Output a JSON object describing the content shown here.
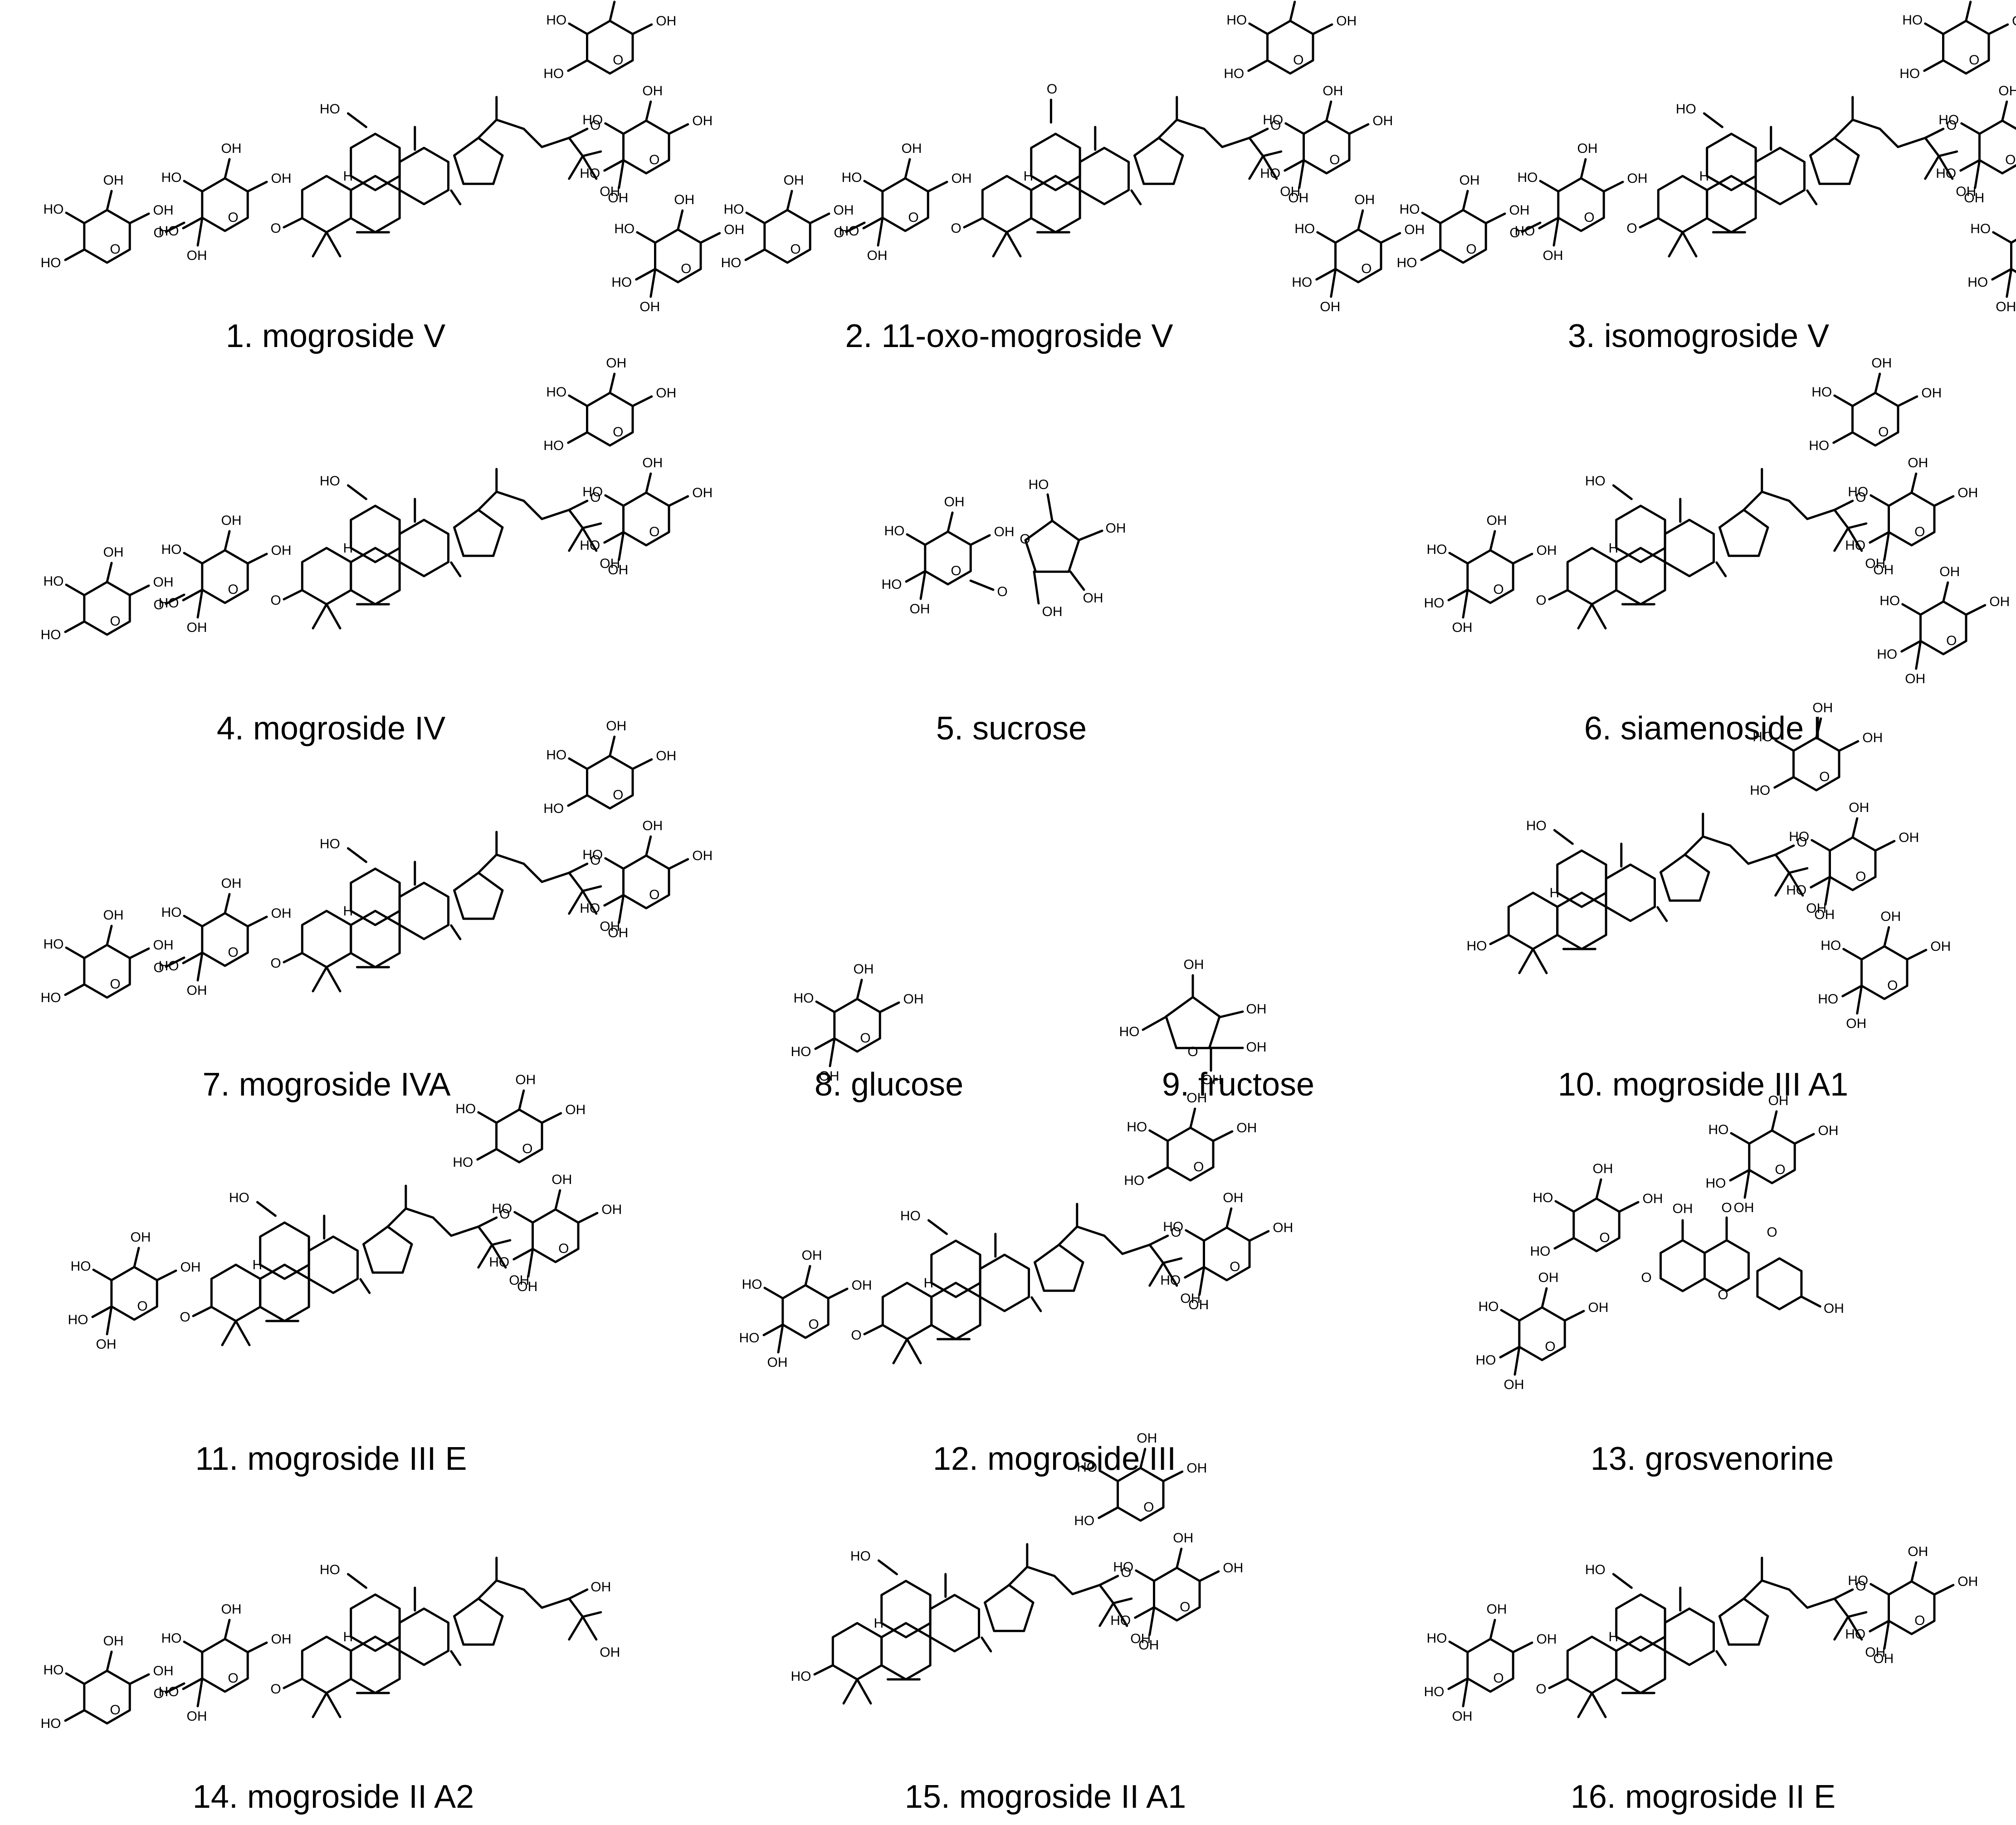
{
  "figure": {
    "compounds": [
      {
        "number": "1.",
        "name": "mogroside V",
        "kind": "mogroside",
        "oxo": false,
        "glyc3": 2,
        "glyc24": 3
      },
      {
        "number": "2.",
        "name": "11-oxo-mogroside V",
        "kind": "mogroside",
        "oxo": true,
        "glyc3": 2,
        "glyc24": 3
      },
      {
        "number": "3.",
        "name": "isomogroside V",
        "kind": "mogroside",
        "oxo": false,
        "glyc3": 2,
        "glyc24": 3
      },
      {
        "number": "4.",
        "name": "mogroside IV",
        "kind": "mogroside",
        "oxo": false,
        "glyc3": 2,
        "glyc24": 2
      },
      {
        "number": "5.",
        "name": "sucrose",
        "kind": "sucrose"
      },
      {
        "number": "6.",
        "name": "siamenoside I",
        "kind": "mogroside",
        "oxo": false,
        "glyc3": 1,
        "glyc24": 3
      },
      {
        "number": "7.",
        "name": "mogroside IVA",
        "kind": "mogroside",
        "oxo": false,
        "glyc3": 2,
        "glyc24": 2
      },
      {
        "number": "8.",
        "name": "glucose",
        "kind": "glucose"
      },
      {
        "number": "9.",
        "name": "fructose",
        "kind": "fructose"
      },
      {
        "number": "10.",
        "name": "mogroside III A1",
        "kind": "mogroside",
        "oxo": false,
        "glyc3": 0,
        "glyc24": 3
      },
      {
        "number": "11.",
        "name": "mogroside III E",
        "kind": "mogroside",
        "oxo": false,
        "glyc3": 1,
        "glyc24": 2
      },
      {
        "number": "12.",
        "name": "mogroside III",
        "kind": "mogroside",
        "oxo": false,
        "glyc3": 1,
        "glyc24": 2
      },
      {
        "number": "13.",
        "name": "grosvenorine",
        "kind": "flavonoid"
      },
      {
        "number": "14.",
        "name": "mogroside II A2",
        "kind": "mogroside",
        "oxo": false,
        "glyc3": 2,
        "glyc24": 0
      },
      {
        "number": "15.",
        "name": "mogroside II A1",
        "kind": "mogroside",
        "oxo": false,
        "glyc3": 0,
        "glyc24": 2
      },
      {
        "number": "16.",
        "name": "mogroside II E",
        "kind": "mogroside",
        "oxo": false,
        "glyc3": 1,
        "glyc24": 1
      }
    ],
    "atom_labels": {
      "hydroxyl": "OH",
      "hydroxyl_left": "HO",
      "oxygen": "O",
      "hydrogen": "H"
    }
  }
}
